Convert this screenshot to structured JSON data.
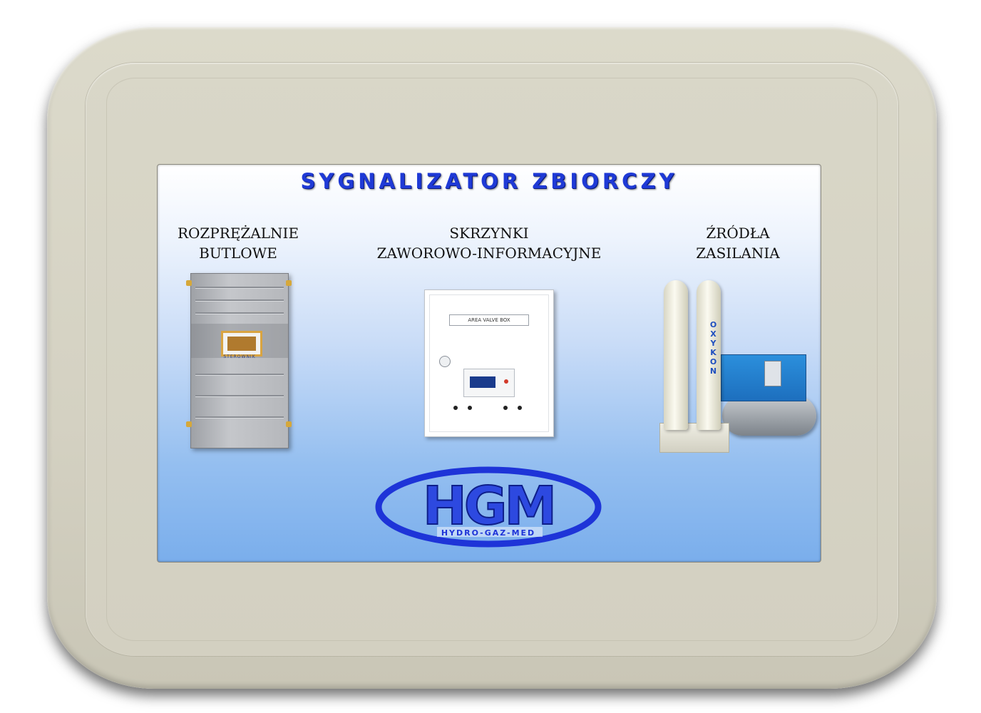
{
  "screen": {
    "title": "SYGNALIZATOR ZBIORCZY",
    "columns": [
      {
        "line1": "ROZPRĘŻALNIE",
        "line2": "BUTLOWE",
        "image_label": "STEROWNIK"
      },
      {
        "line1": "SKRZYNKI",
        "line2": "ZAWOROWO-INFORMACYJNE",
        "image_label": "AREA VALVE BOX"
      },
      {
        "line1": "ŹRÓDŁA",
        "line2": "ZASILANIA",
        "image_label": "OXYKON"
      }
    ],
    "logo": {
      "mark": "HGM",
      "subtitle": "HYDRO-GAZ-MED"
    }
  },
  "colors": {
    "title": "#1f3ad6",
    "logo_blue": "#1e34d8",
    "enclosure": "#d6d3c4"
  }
}
